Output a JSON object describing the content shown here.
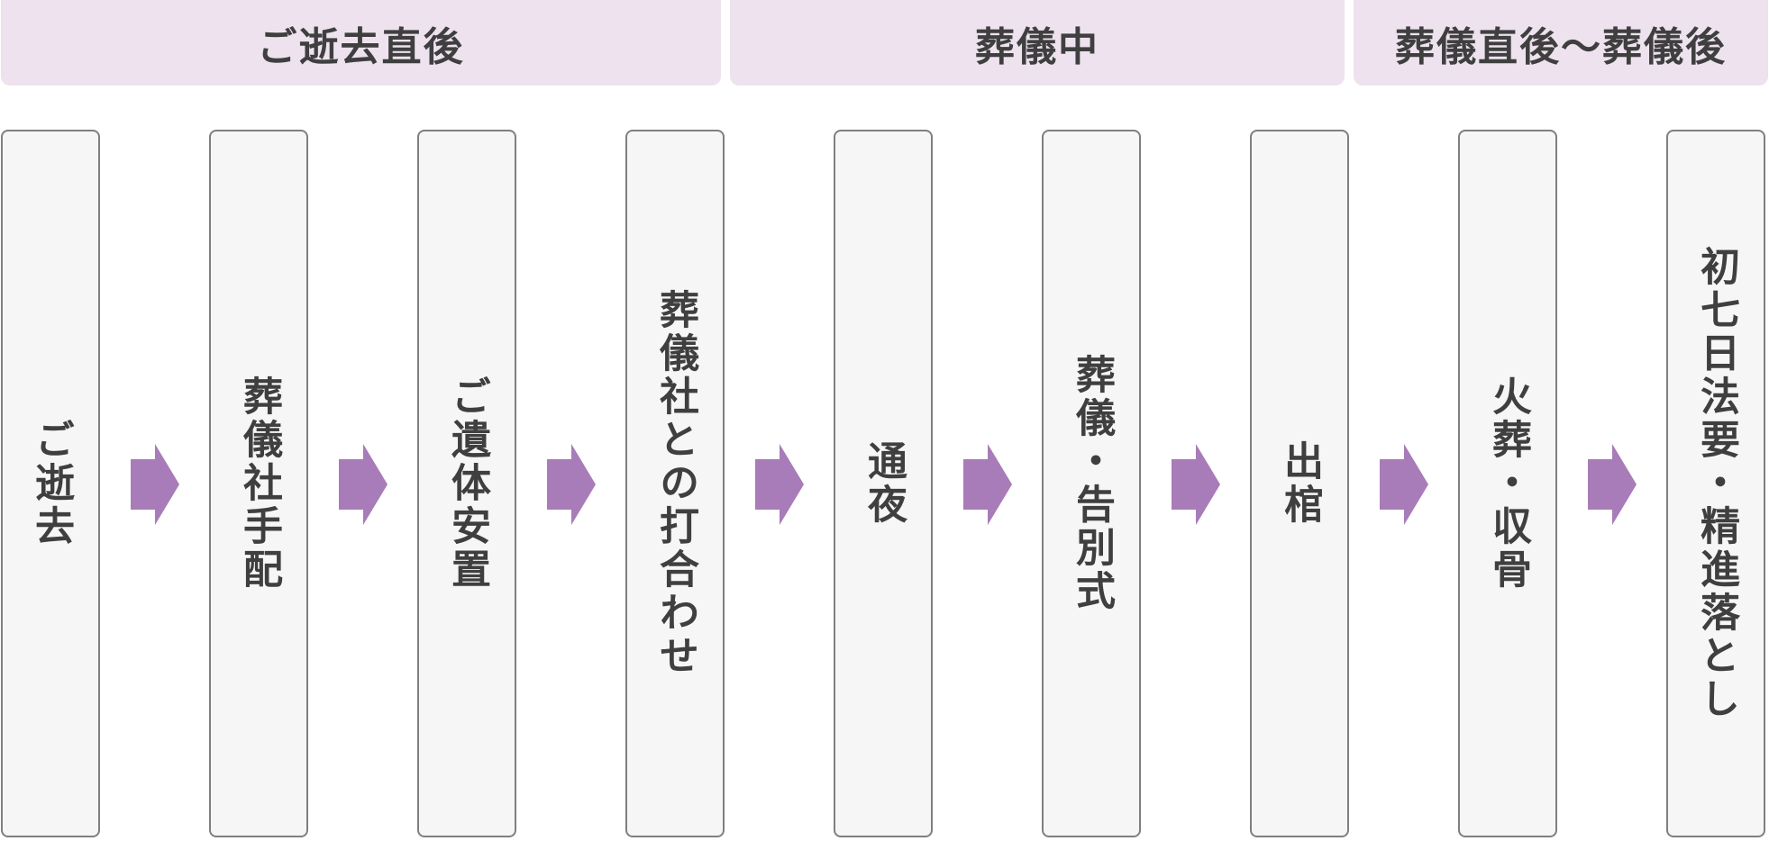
{
  "colors": {
    "phase_background": "#ede2ee",
    "step_background": "#f6f6f6",
    "step_border": "#7f7f7f",
    "arrow": "#a87cb8",
    "text": "#3f3f3f"
  },
  "phases": [
    {
      "label": "ご逝去直後"
    },
    {
      "label": "葬儀中"
    },
    {
      "label": "葬儀直後～葬儀後"
    }
  ],
  "steps": [
    {
      "label": "ご逝去"
    },
    {
      "label": "葬儀社手配"
    },
    {
      "label": "ご遺体安置"
    },
    {
      "label": "葬儀社との打合わせ"
    },
    {
      "label": "通夜"
    },
    {
      "label": "葬儀・告別式"
    },
    {
      "label": "出棺"
    },
    {
      "label": "火葬・収骨"
    },
    {
      "label": "初七日法要・精進落とし"
    }
  ],
  "connector_icon": "right-arrow-icon"
}
